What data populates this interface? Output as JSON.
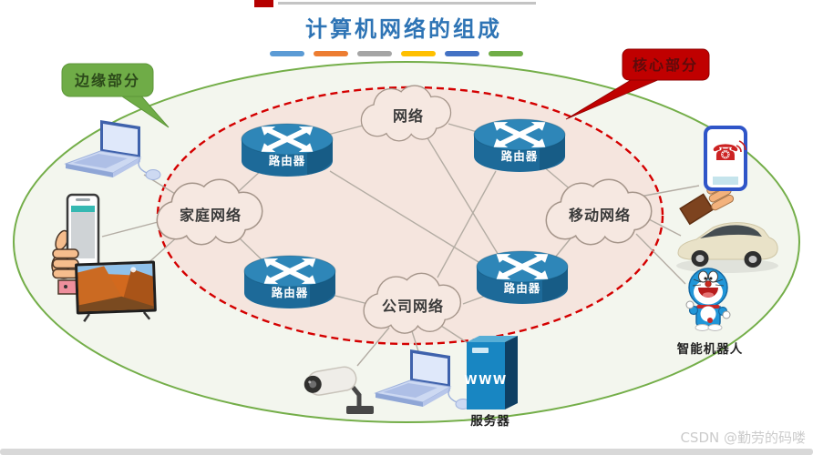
{
  "title": "计算机网络的组成",
  "callouts": {
    "edge": "边缘部分",
    "core": "核心部分"
  },
  "clouds": {
    "internet": "网络",
    "home": "家庭网络",
    "mobile": "移动网络",
    "company": "公司网络"
  },
  "router_label": "路由器",
  "device_labels": {
    "robot": "智能机器人",
    "server": "服务器",
    "server_www": "WWW"
  },
  "icons": {
    "phone-call-icon": "☎"
  },
  "decor_bar_colors": [
    "#5B9BD5",
    "#ED7D31",
    "#A5A5A5",
    "#FFC000",
    "#4472C4",
    "#70AD47"
  ],
  "colors": {
    "title_blue": "#2E74B5",
    "edge_callout_green": "#6FAC47",
    "core_callout_red": "#C00000",
    "outer_ring_green": "#74AE49",
    "core_ring_red": "#D40000",
    "router_blue": "#1D6A99"
  },
  "watermark": "CSDN @勤劳的码喽"
}
